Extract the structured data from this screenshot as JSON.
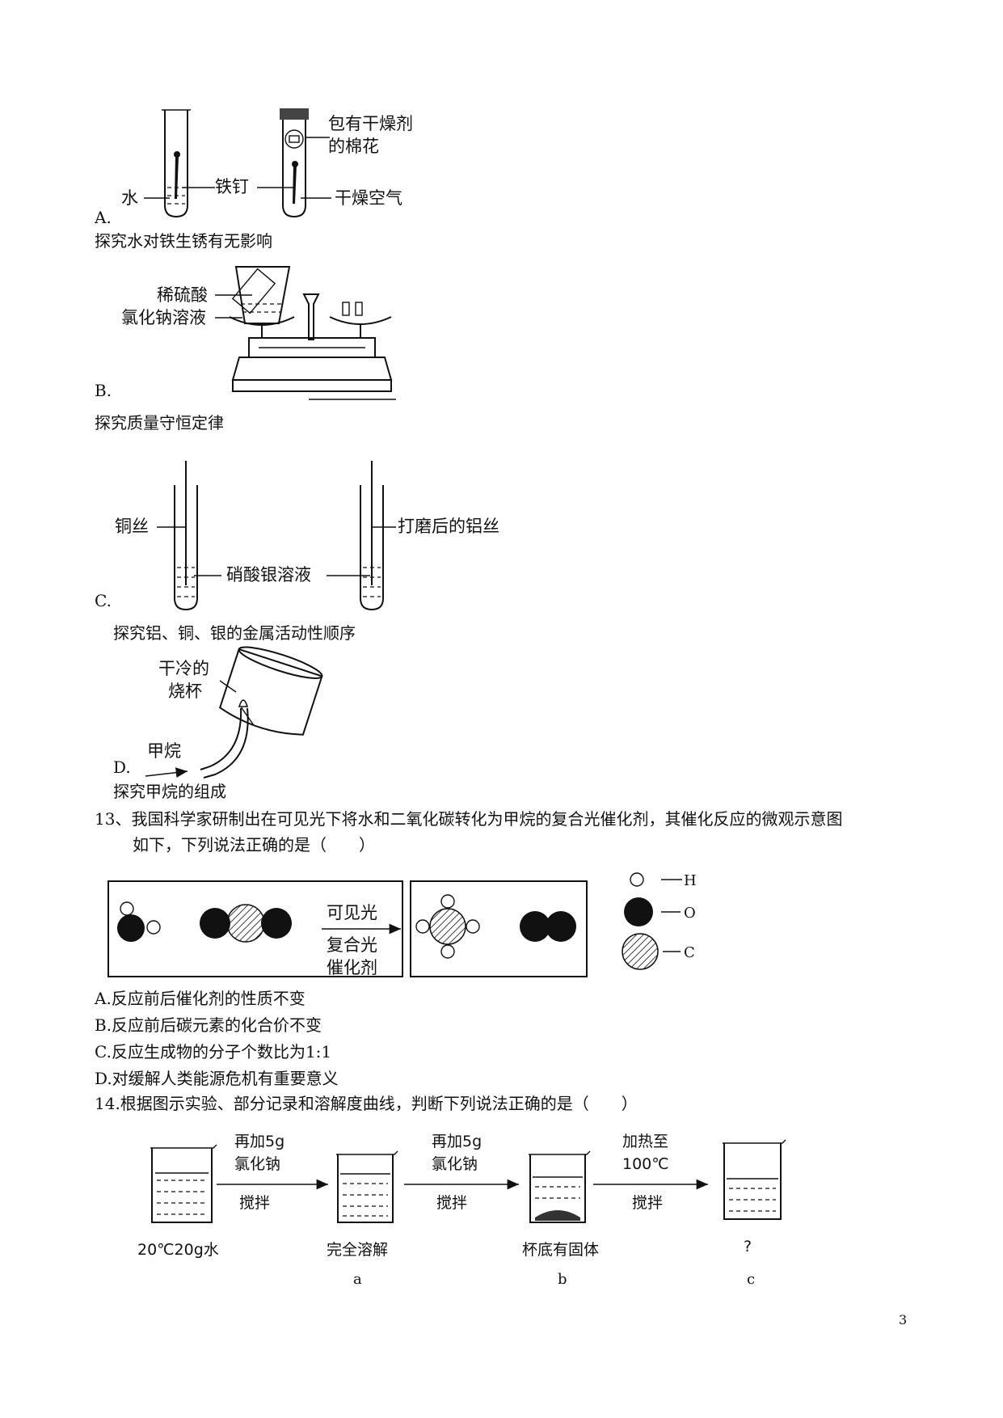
{
  "options_q12": [
    {
      "letter": "A.",
      "caption": "探究水对铁生锈有无影响",
      "labels": {
        "cotton": "包有干燥剂",
        "cotton2": "的棉花",
        "nail": "铁钉",
        "water": "水",
        "air": "干燥空气"
      }
    },
    {
      "letter": "B.",
      "caption": "探究质量守恒定律",
      "labels": {
        "acid": "稀硫酸",
        "nacl": "氯化钠溶液"
      }
    },
    {
      "letter": "C.",
      "caption": "探究铝、铜、银的金属活动性顺序",
      "labels": {
        "cu": "铜丝",
        "al": "打磨后的铝丝",
        "ag": "硝酸银溶液"
      }
    },
    {
      "letter": "D.",
      "caption": "探究甲烷的组成",
      "labels": {
        "beaker": "干冷的",
        "beaker2": "烧杯",
        "ch4": "甲烷"
      }
    }
  ],
  "q13": {
    "stem_line1": "13、我国科学家研制出在可见光下将水和二氧化碳转化为甲烷的复合光催化剂，其催化反应的微观示意图",
    "stem_line2": "如下，下列说法正确的是（　　）",
    "arrow_top": "可见光",
    "arrow_bottom1": "复合光",
    "arrow_bottom2": "催化剂",
    "legend": [
      {
        "symbol": "H"
      },
      {
        "symbol": "O"
      },
      {
        "symbol": "C"
      }
    ],
    "choices": [
      "A.反应前后催化剂的性质不变",
      "B.反应前后碳元素的化合价不变",
      "C.反应生成物的分子个数比为1:1",
      "D.对缓解人类能源危机有重要意义"
    ]
  },
  "q14": {
    "stem": "14.根据图示实验、部分记录和溶解度曲线，判断下列说法正确的是（　　）",
    "steps": [
      {
        "top1": "再加5g",
        "top2": "氯化钠",
        "bottom": "搅拌"
      },
      {
        "top1": "再加5g",
        "top2": "氯化钠",
        "bottom": "搅拌"
      },
      {
        "top1": "加热至",
        "top2": "100℃",
        "bottom": "搅拌"
      }
    ],
    "beakers": [
      {
        "label": "20℃20g水",
        "letter": ""
      },
      {
        "label": "完全溶解",
        "letter": "a"
      },
      {
        "label": "杯底有固体",
        "letter": "b"
      },
      {
        "label": "?",
        "letter": "c"
      }
    ]
  },
  "page_number": "3"
}
